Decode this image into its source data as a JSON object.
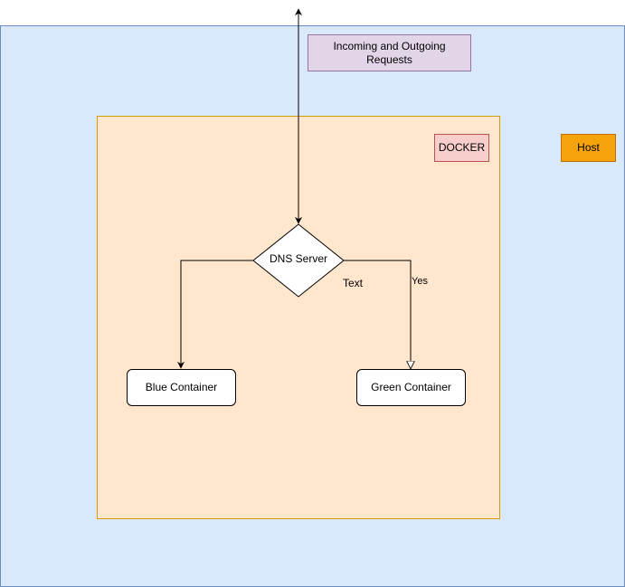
{
  "diagram": {
    "requests_label": "Incoming and Outgoing Requests",
    "docker_label": "DOCKER",
    "host_label": "Host",
    "dns_server_label": "DNS Server",
    "text_label": "Text",
    "yes_label": "Yes",
    "blue_container_label": "Blue Container",
    "green_container_label": "Green Container"
  },
  "colors": {
    "host_fill": "#dae8fc",
    "host_stroke": "#6c8ebf",
    "docker_fill": "#ffe6cc",
    "docker_stroke": "#d79b00",
    "requests_fill": "#e1d5e7",
    "docker_label_fill": "#f8cecc",
    "host_label_fill": "#f5a30a"
  }
}
